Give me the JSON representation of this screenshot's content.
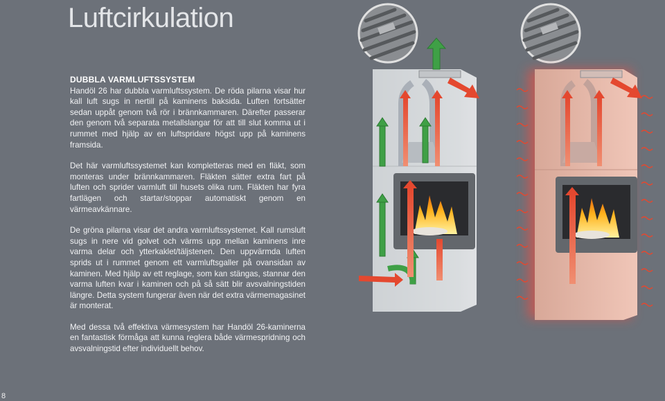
{
  "page": {
    "title": "Luftcirkulation",
    "page_number": "8"
  },
  "article": {
    "heading": "DUBBLA VARMLUFTSSYSTEM",
    "paragraph_1": "Handöl 26 har dubbla varmluftssystem. De röda pilarna visar hur kall luft sugs in nertill på kaminens baksida. Luften fortsätter sedan uppåt genom två rör i brännkammaren. Därefter passerar den genom två separata metallslangar för att till slut komma ut i rummet med hjälp av en luftspridare högst upp på kaminens framsida.",
    "paragraph_2": "Det här varmluftssystemet kan kompletteras med en fläkt, som monteras under brännkammaren. Fläkten sätter extra fart på luften och sprider varmluft till husets olika rum. Fläkten har fyra fartlägen och startar/stoppar automatiskt genom en värmeavkännare.",
    "paragraph_3": "De gröna pilarna visar det andra varmluftssystemet. Kall rumsluft sugs in nere vid golvet och värms upp mellan kaminens inre varma delar och ytterkaklet/täljstenen. Den uppvärmda luften sprids ut i rummet genom ett varmluftsgaller på ovansidan av kaminen. Med hjälp av ett reglage, som kan stängas, stannar den varma luften kvar i kaminen och på så sätt blir avsvalningstiden längre. Detta system fungerar även när det extra värmemagasinet är monterat.",
    "paragraph_4": "Med dessa två effektiva värmesystem har Handöl 26-kaminerna en fantastisk förmåga att kunna reglera både värmespridning och avsvalningstid efter individuellt behov."
  },
  "colors": {
    "background": "#6c7179",
    "red_arrow": "#e8553a",
    "green_arrow": "#3fa046"
  }
}
